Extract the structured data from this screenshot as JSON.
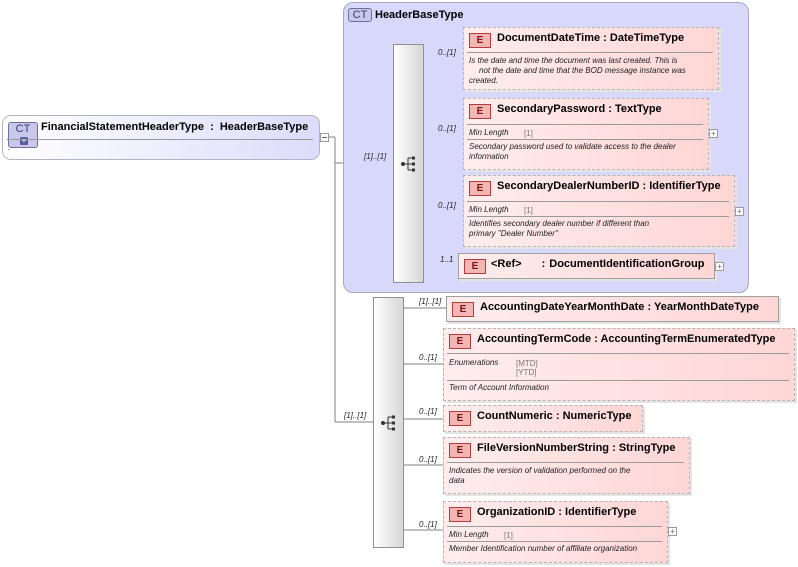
{
  "root": {
    "badge": "CT",
    "name": "FinancialStatementHeaderType",
    "separator": ":",
    "base": "HeaderBaseType",
    "doc": "."
  },
  "header_base": {
    "badge": "CT",
    "name": "HeaderBaseType",
    "cardinality": "[1]..[1]",
    "elements": [
      {
        "badge": "E",
        "name": "DocumentDateTime",
        "sep": ":",
        "type": "DateTimeType",
        "card": "0..[1]",
        "doc": [
          "Is the date and time the document was last created. This is",
          "not the date and time that the BOD message instance was",
          "created."
        ]
      },
      {
        "badge": "E",
        "name": "SecondaryPassword",
        "sep": ":",
        "type": "TextType",
        "card": "0..[1]",
        "facet_label": "Min Length",
        "facet_value": "[1]",
        "doc": [
          "Secondary password used to validate access to the dealer",
          "information"
        ]
      },
      {
        "badge": "E",
        "name": "SecondaryDealerNumberID",
        "sep": ":",
        "type": "IdentifierType",
        "card": "0..[1]",
        "facet_label": "Min Length",
        "facet_value": "[1]",
        "doc": [
          "Identifies secondary dealer number if different than",
          "primary \"Dealer Number\""
        ]
      },
      {
        "badge": "E",
        "name": "<Ref>",
        "sep": ":",
        "type": "DocumentIdentificationGroup",
        "card": "1..1"
      }
    ]
  },
  "extension": {
    "cardinality": "[1]..[1]",
    "elements": [
      {
        "badge": "E",
        "name": "AccountingDateYearMonthDate",
        "sep": ":",
        "type": "YearMonthDateType",
        "card": "[1]..[1]"
      },
      {
        "badge": "E",
        "name": "AccountingTermCode",
        "sep": ":",
        "type": "AccountingTermEnumeratedType",
        "card": "0..[1]",
        "facet_label": "Enumerations",
        "facet_values": [
          "[MTD]",
          "[YTD]"
        ],
        "doc": [
          "Term of Account Information"
        ]
      },
      {
        "badge": "E",
        "name": "CountNumeric",
        "sep": ":",
        "type": "NumericType",
        "card": "0..[1]"
      },
      {
        "badge": "E",
        "name": "FileVersionNumberString",
        "sep": ":",
        "type": "StringType",
        "card": "0..[1]",
        "doc": [
          "Indicates the version of validation performed on the",
          "data"
        ]
      },
      {
        "badge": "E",
        "name": "OrganizationID",
        "sep": ":",
        "type": "IdentifierType",
        "card": "0..[1]",
        "facet_label": "Min Length",
        "facet_value": "[1]",
        "doc": [
          "Member Identification number of affiliate organization"
        ]
      }
    ]
  },
  "expand_symbol": "+",
  "colors": {
    "complex_type_bg": "#d8d8fb",
    "element_bg": "#ffd6d6",
    "element_badge": "#f4b5b5",
    "connector": "#808080"
  }
}
